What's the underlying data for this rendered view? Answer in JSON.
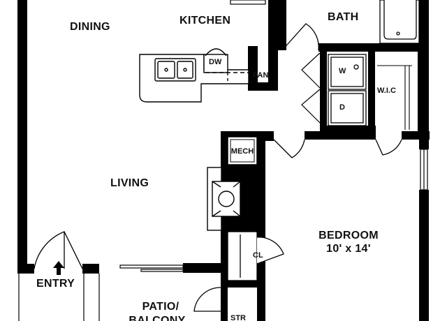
{
  "rooms": {
    "dining": "DINING",
    "kitchen": "KITCHEN",
    "bath": "BATH",
    "living": "LIVING",
    "bedroom": "BEDROOM",
    "bedroom_size": "10' x 14'",
    "entry": "ENTRY",
    "patio_line1": "PATIO/",
    "patio_line2": "BALCONY",
    "wic": "W.I.C",
    "mech": "MECH",
    "closet": "CL",
    "pantry": "PAN",
    "storage": "STR"
  },
  "appliances": {
    "dishwasher": "DW",
    "washer": "W",
    "dryer": "D"
  },
  "colors": {
    "wall": "#000000",
    "fixture_line": "#222222",
    "background": "#ffffff"
  },
  "icons": {
    "entry_arrow": "arrow-up-icon"
  }
}
